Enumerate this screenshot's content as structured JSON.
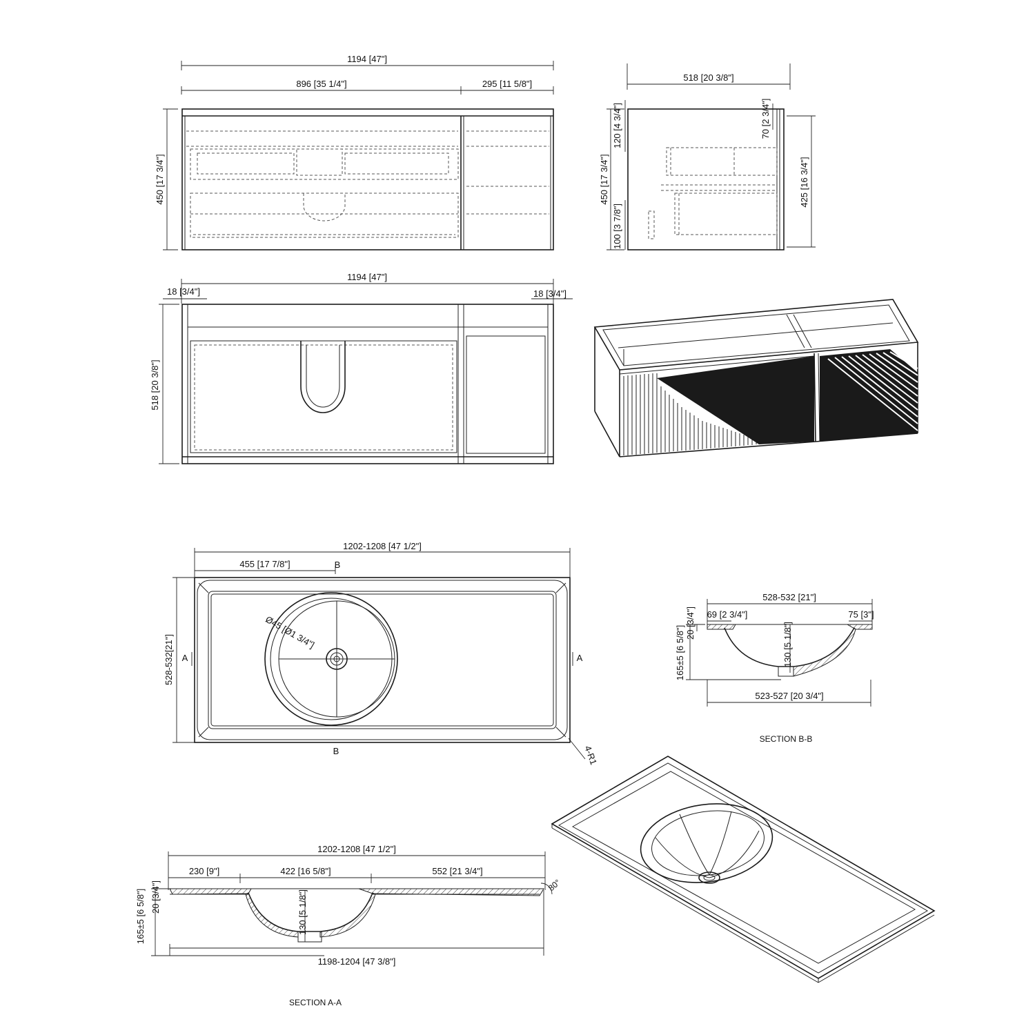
{
  "front_view": {
    "overall_width": "1194 [47\"]",
    "left_width": "896 [35 1/4\"]",
    "right_width": "295 [11 5/8\"]",
    "height": "450 [17 3/4\"]"
  },
  "side_view": {
    "depth": "518 [20 3/8\"]",
    "height": "450 [17 3/4\"]",
    "top_gap": "120 [4 3/4\"]",
    "bottom_gap": "100 [3 7/8\"]",
    "top_offset": "70 [2 3/4\"]",
    "inner_height": "425 [16 3/4\"]"
  },
  "top_view": {
    "width": "1194 [47\"]",
    "left_panel": "18 [3/4\"]",
    "right_panel": "18 [3/4\"]",
    "depth": "518 [20 3/8\"]"
  },
  "basin_plan": {
    "width": "1202-1208 [47 1/2\"]",
    "bowl_offset": "455 [17 7/8\"]",
    "depth": "528-532[21\"]",
    "drain": "Ø45 [Ø1 3/4\"]",
    "section_a_left": "A",
    "section_a_right": "A",
    "section_b_top": "B",
    "section_b_bottom": "B",
    "corner_radius": "4-R1"
  },
  "section_bb": {
    "title": "SECTION B-B",
    "top_width": "528-532 [21\"]",
    "left_edge": "69 [2 3/4\"]",
    "right_edge": "75 [3\"]",
    "slab": "20 [3/4\"]",
    "total_height": "165±5 [6 5/8\"]",
    "bowl_depth": "130 [5 1/8\"]",
    "bottom_width": "523-527 [20 3/4\"]"
  },
  "section_aa": {
    "title": "SECTION A-A",
    "top_width": "1202-1208 [47 1/2\"]",
    "left_segment": "230 [9\"]",
    "mid_segment": "422 [16 5/8\"]",
    "right_segment": "552 [21 3/4\"]",
    "angle": "80°",
    "slab": "20 [3/4\"]",
    "total_height": "165±5 [6 5/8\"]",
    "bowl_depth": "130 [5 1/8\"]",
    "bottom_width": "1198-1204 [47 3/8\"]"
  }
}
